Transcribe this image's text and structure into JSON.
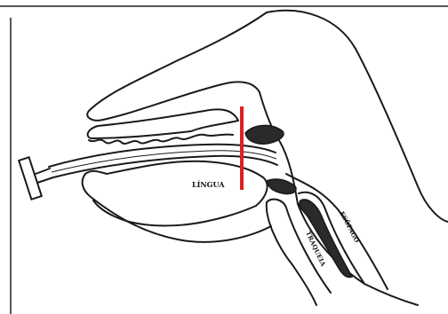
{
  "labels": {
    "tongue": "LÍNGUA",
    "esophagus": "ESÔFAGO",
    "trachea": "TRAQUEIA"
  },
  "colors": {
    "line": "#1a1a1a",
    "marker": "#e02020",
    "dark_fill": "#2a2a2a"
  }
}
